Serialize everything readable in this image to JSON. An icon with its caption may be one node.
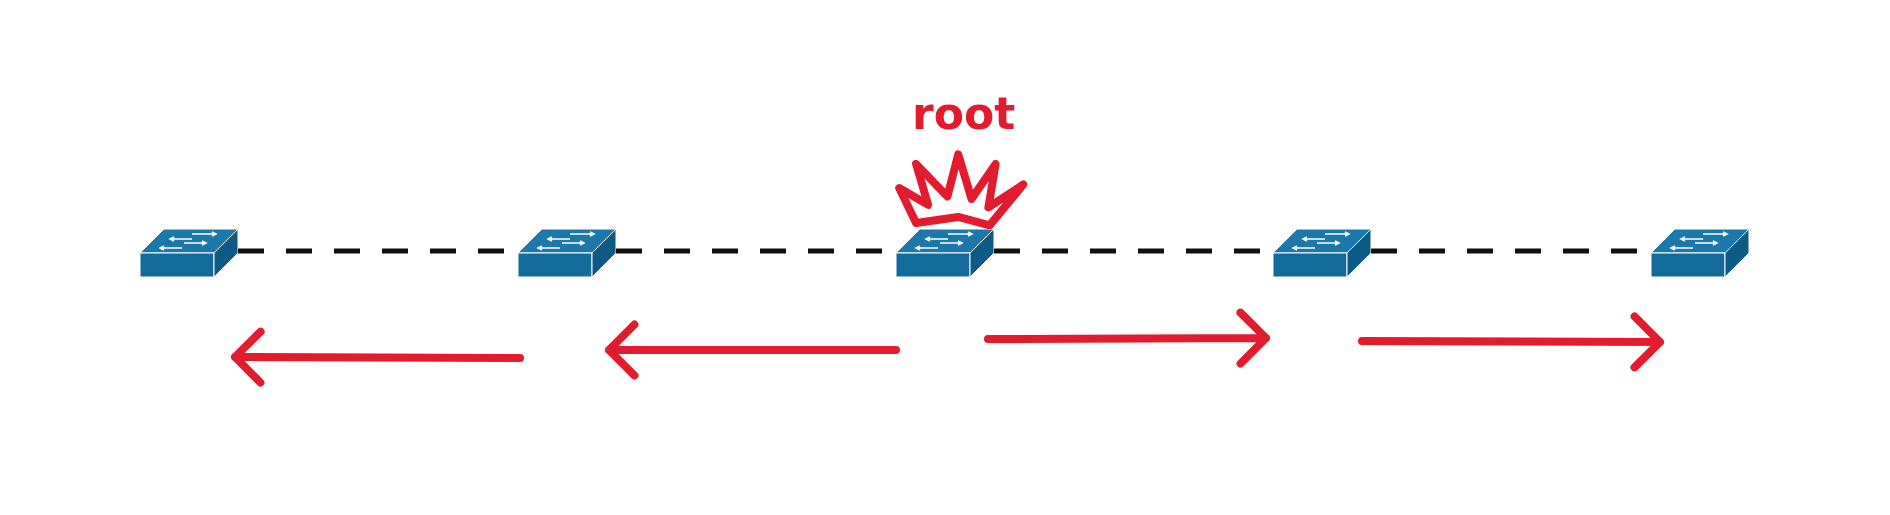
{
  "diagram": {
    "nodes": [
      {
        "text": [],
        "shape": "picture"
      },
      {
        "text": [],
        "shape": "picture"
      },
      {
        "text": [],
        "shape": "picture"
      },
      {
        "text": [],
        "shape": "picture"
      },
      {
        "text": [],
        "shape": "picture"
      }
    ],
    "edges": [
      {
        "from": 0,
        "to": 1,
        "arrow": "none",
        "style": "dashed"
      },
      {
        "from": 1,
        "to": 2,
        "arrow": "none",
        "style": "dashed"
      },
      {
        "from": 2,
        "to": 3,
        "arrow": "none",
        "style": "dashed"
      },
      {
        "from": 3,
        "to": 4,
        "arrow": "none",
        "style": "dashed"
      }
    ],
    "labels": [
      "root"
    ]
  }
}
